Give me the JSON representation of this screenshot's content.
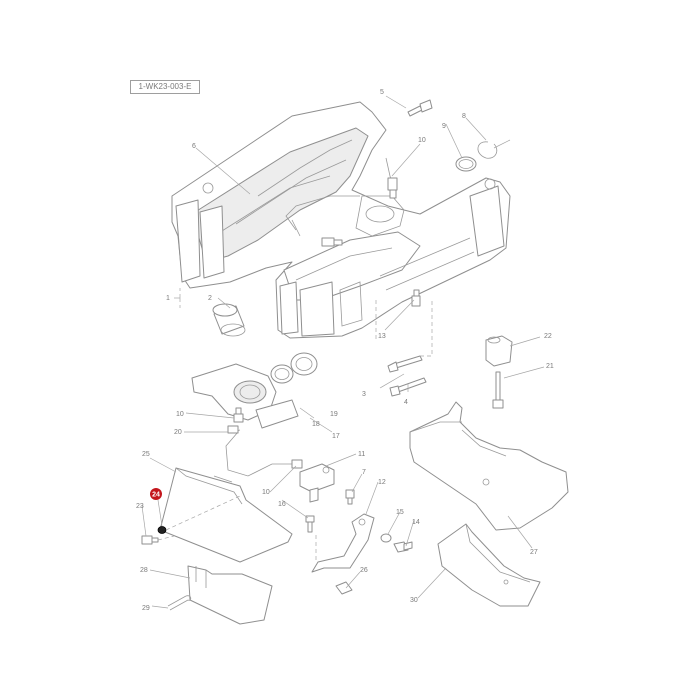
{
  "reference_code": "1-WK23-003-E",
  "highlight_color": "#c4161c",
  "highlighted_part": "24",
  "callouts": {
    "c1": "1",
    "c2": "2",
    "c3": "3",
    "c4": "4",
    "c5": "5",
    "c6": "6",
    "c7": "7",
    "c8": "8",
    "c9": "9",
    "c10a": "10",
    "c10b": "10",
    "c10c": "10",
    "c11": "11",
    "c12": "12",
    "c13": "13",
    "c14": "14",
    "c15": "15",
    "c16": "16",
    "c17": "17",
    "c18": "18",
    "c19": "19",
    "c20": "20",
    "c21": "21",
    "c22": "22",
    "c23": "23",
    "c24": "24",
    "c25": "25",
    "c26": "26",
    "c27": "27",
    "c28": "28",
    "c29": "29",
    "c30": "30"
  }
}
